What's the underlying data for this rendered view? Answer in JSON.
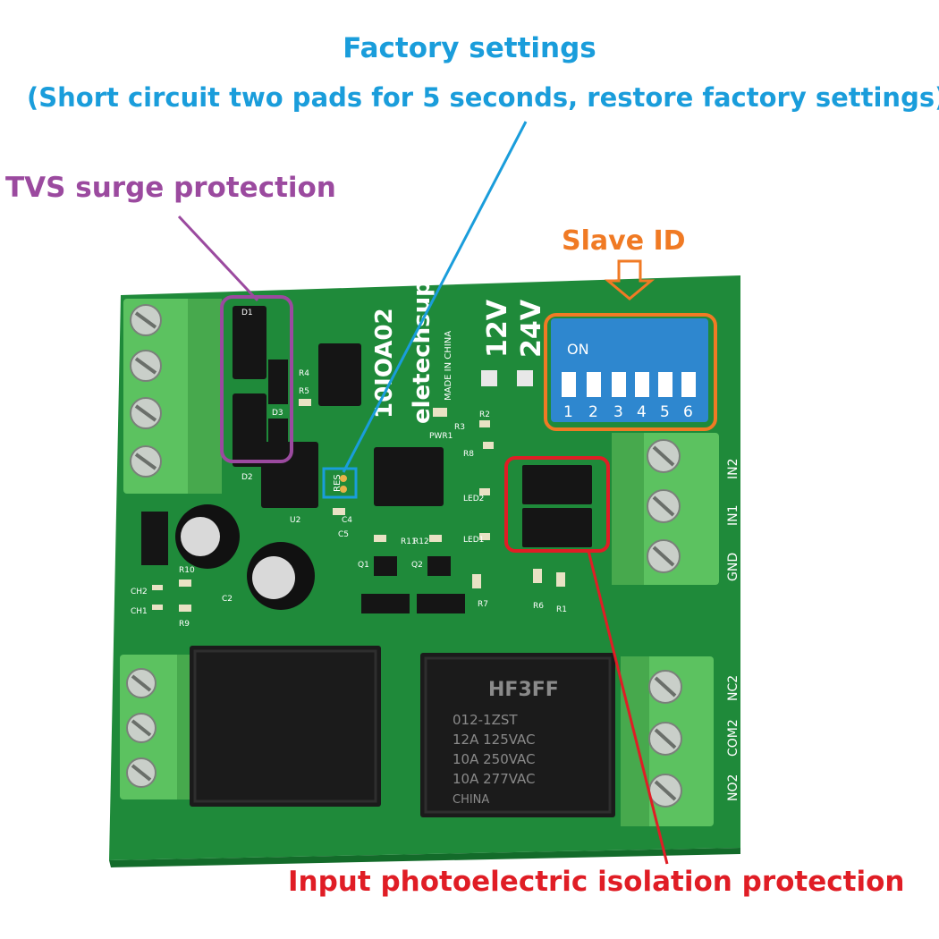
{
  "colors": {
    "factory": "#1a9ddb",
    "tvs": "#9b4a9f",
    "slave": "#f07a24",
    "isolation": "#e01d25",
    "pcb": "#1f8a3a",
    "terminal": "#5cc260",
    "dip": "#2e87cf",
    "relay": "#1b1b1b"
  },
  "labels": {
    "factory_title": "Factory settings",
    "factory_sub": "(Short circuit two pads for 5 seconds, restore factory settings)",
    "tvs": "TVS surge protection",
    "slave_id": "Slave ID",
    "isolation": "Input photoelectric isolation protection"
  },
  "board": {
    "model": "10IOA02",
    "brand": "eletechsup",
    "made_in": "MADE IN CHINA",
    "v12": "12V",
    "v24": "24V",
    "res": "RES",
    "dip_on": "ON",
    "dip_numbers": [
      "1",
      "2",
      "3",
      "4",
      "5",
      "6"
    ],
    "right_terminal_labels": [
      "IN2",
      "IN1",
      "GND"
    ],
    "relay_terminal_labels": [
      "NC2",
      "COM2",
      "NO2"
    ],
    "relay_brand": "HF3FF",
    "relay_lines": [
      "012-1ZST",
      "12A 125VAC",
      "10A 250VAC",
      "10A 277VAC",
      "CHINA"
    ],
    "silk": {
      "D1": "D1",
      "D3": "D3",
      "D2": "D2",
      "R4": "R4",
      "R5": "R5",
      "U2": "U2",
      "C4": "C4",
      "C5": "C5",
      "PWR1": "PWR1",
      "R3": "R3",
      "R2": "R2",
      "R8": "R8",
      "LED2": "LED2",
      "LED1": "LED1",
      "R11": "R11",
      "R12": "R12",
      "Q1": "Q1",
      "Q2": "Q2",
      "R10": "R10",
      "R9": "R9",
      "CH1": "CH1",
      "CH2": "CH2",
      "C2": "C2",
      "R7": "R7",
      "R6": "R6",
      "R1": "R1"
    }
  }
}
